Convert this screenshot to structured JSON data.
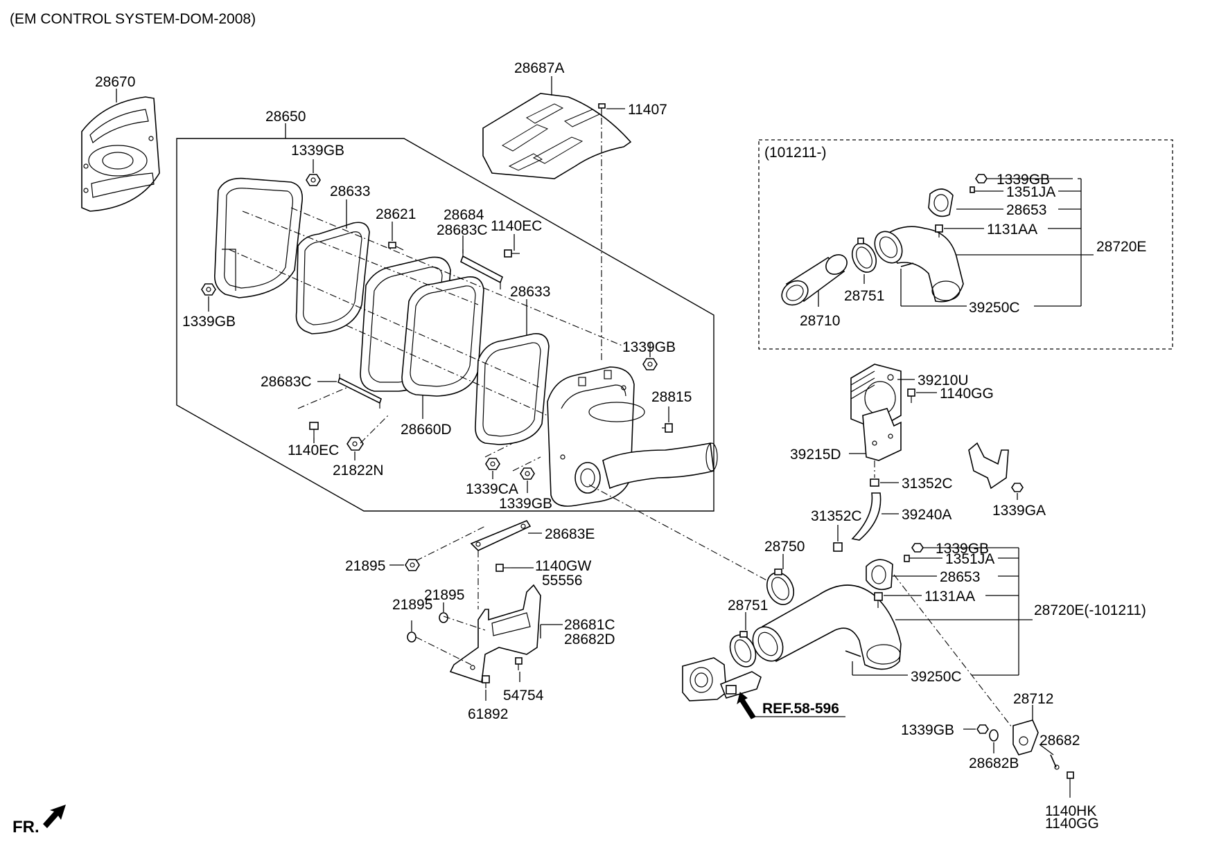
{
  "header": {
    "title": "(EM CONTROL SYSTEM-DOM-2008)"
  },
  "inset": {
    "label": "(101211-)"
  },
  "reference": {
    "text": "REF.58-596"
  },
  "direction": {
    "label": "FR."
  },
  "parts": {
    "p28670": "28670",
    "p28687A": "28687A",
    "p11407": "11407",
    "p28650": "28650",
    "p1339GB_a": "1339GB",
    "p28633_a": "28633",
    "p28621": "28621",
    "p28684": "28684",
    "p28683C_a": "28683C",
    "p1140EC_a": "1140EC",
    "p28633_b": "28633",
    "p1339GB_b": "1339GB",
    "p1339GB_c": "1339GB",
    "p28815": "28815",
    "p28683C_b": "28683C",
    "p28660D": "28660D",
    "p1140EC_b": "1140EC",
    "p21822N": "21822N",
    "p1339CA": "1339CA",
    "p1339GB_d": "1339GB",
    "p28683E": "28683E",
    "p21895_a": "21895",
    "p1140GW": "1140GW",
    "p55556": "55556",
    "p21895_b": "21895",
    "p21895_c": "21895",
    "p28681C": "28681C",
    "p28682D": "28682D",
    "p54754": "54754",
    "p61892": "61892",
    "i1339GB": "1339GB",
    "i1351JA": "1351JA",
    "i28653": "28653",
    "i1131AA": "1131AA",
    "i28720E": "28720E",
    "i28751": "28751",
    "i28710": "28710",
    "i39250C": "39250C",
    "p39210U": "39210U",
    "p1140GG_a": "1140GG",
    "p39215D": "39215D",
    "p31352C_a": "31352C",
    "p31352C_b": "31352C",
    "p39240A": "39240A",
    "p1339GA": "1339GA",
    "p28750": "28750",
    "p1339GB_e": "1339GB",
    "p1351JA": "1351JA",
    "p28653": "28653",
    "p1131AA": "1131AA",
    "p28720E": "28720E(-101211)",
    "p28751": "28751",
    "p39250C": "39250C",
    "p28712": "28712",
    "p1339GB_f": "1339GB",
    "p28682": "28682",
    "p28682B": "28682B",
    "p1140HK": "1140HK",
    "p1140GG_b": "1140GG"
  }
}
